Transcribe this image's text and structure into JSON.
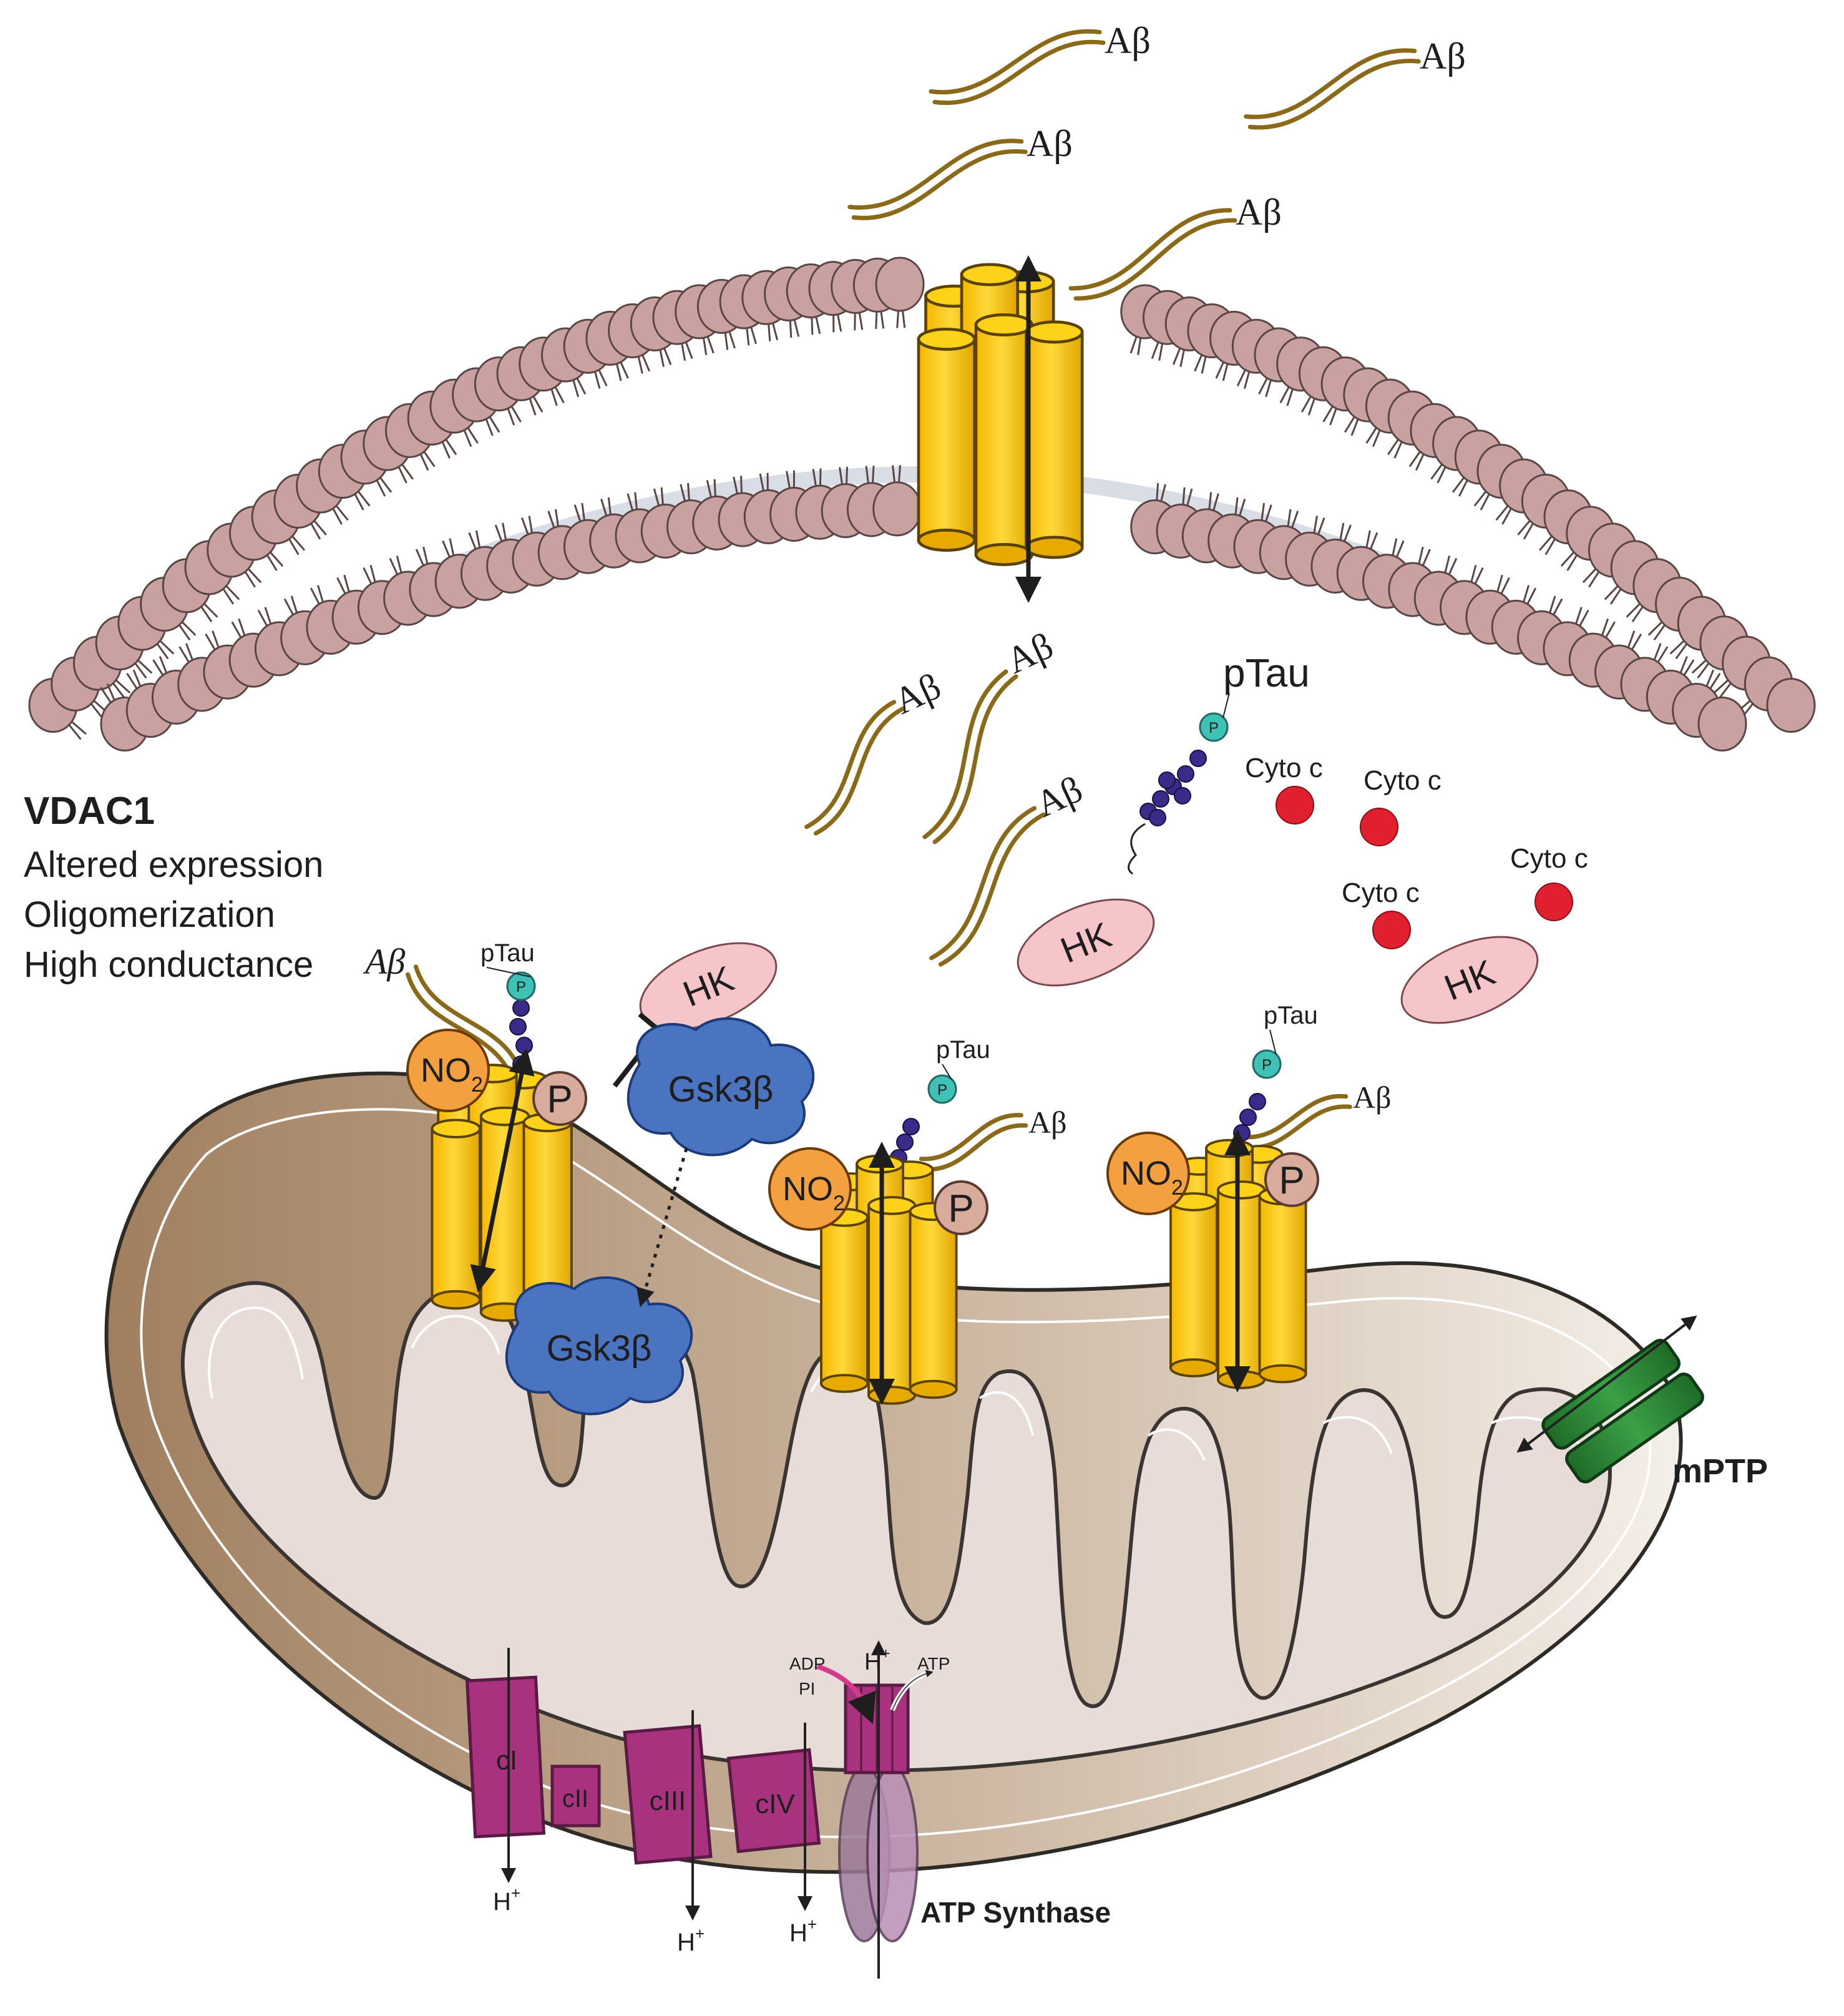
{
  "labels": {
    "abeta": "Aβ",
    "ptau": "pTau",
    "p": "P",
    "hk": "HK",
    "gsk": "Gsk3β",
    "cytoc": "Cyto c",
    "no2_main": "NO",
    "no2_sub": "2",
    "mptp": "mPTP",
    "atp_synthase": "ATP Synthase",
    "adp": "ADP",
    "pi": "PI",
    "atp": "ATP",
    "hplus": "H",
    "plus": "+",
    "complex_1": "cI",
    "complex_2": "cII",
    "complex_3": "cIII",
    "complex_4": "cIV"
  },
  "vdac_panel": {
    "title": "VDAC1",
    "lines": [
      "Altered expression",
      "Oligomerization",
      "High conductance"
    ]
  },
  "colors": {
    "membrane_head": "#c9a1a1",
    "membrane_stroke": "#5b4646",
    "vdac_yellow": "#f9c500",
    "vdac_dark": "#b98c00",
    "abeta_brown": "#8a6a18",
    "ptau_purple": "#3a2a8a",
    "ptau_teal": "#3fc1b5",
    "hk_pink": "#f6c5c9",
    "gsk_blue": "#4a74c0",
    "cytoc_red": "#e0202e",
    "no2_orange": "#f2a040",
    "p_tan": "#d8ab9c",
    "mito_outer": "#a8896a",
    "mito_inner": "#e5d8d5",
    "complex_magenta": "#a8327e",
    "mptp_green": "#2f8a3a"
  }
}
